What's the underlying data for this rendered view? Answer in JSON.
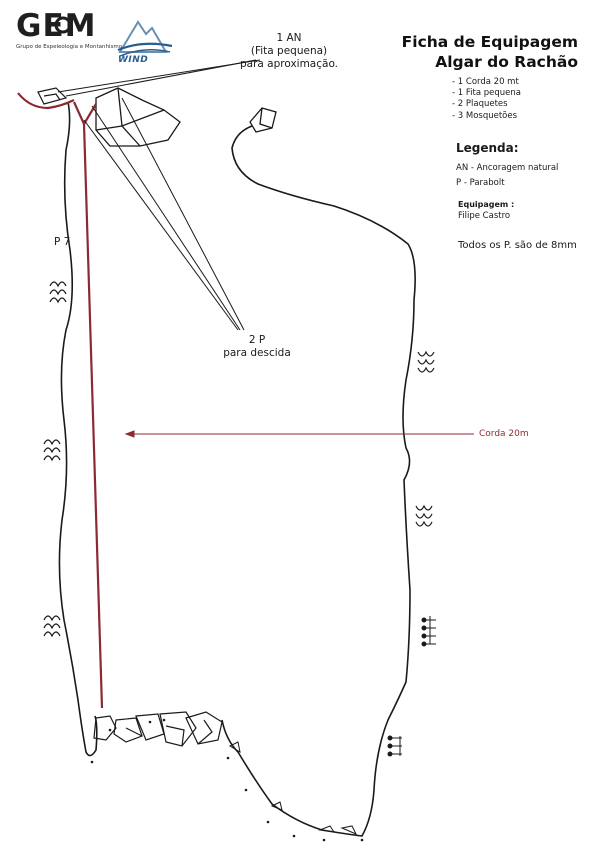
{
  "logos": {
    "gem_name": "GEM",
    "gem_subtitle": "Grupo de Espeleologia e Montanhismo",
    "wind_name": "WIND"
  },
  "title": {
    "line1": "Ficha de Equipagem",
    "line2": "Algar do Rachão"
  },
  "equipment_list": [
    "- 1 Corda 20 mt",
    "- 1 Fita pequena",
    "- 2 Plaquetes",
    "- 3 Mosquetões"
  ],
  "legend": {
    "title": "Legenda:",
    "items": [
      "AN - Ancoragem natural",
      "P - Parabolt"
    ]
  },
  "equipagem": {
    "label": "Equipagem :",
    "name": "Filipe Castro"
  },
  "note": "Todos os P. são de 8mm",
  "annotations": {
    "an_line1": "1 AN",
    "an_line2": "(Fita pequena)",
    "an_line3": "para aproximação.",
    "p_line1": "2 P",
    "p_line2": "para descida",
    "pitch_label": "P 7",
    "rope_label": "Corda 20m"
  },
  "colors": {
    "rope": "#8c2a33",
    "outline": "#1a1a1a",
    "wind_blue": "#2a5d8f"
  }
}
